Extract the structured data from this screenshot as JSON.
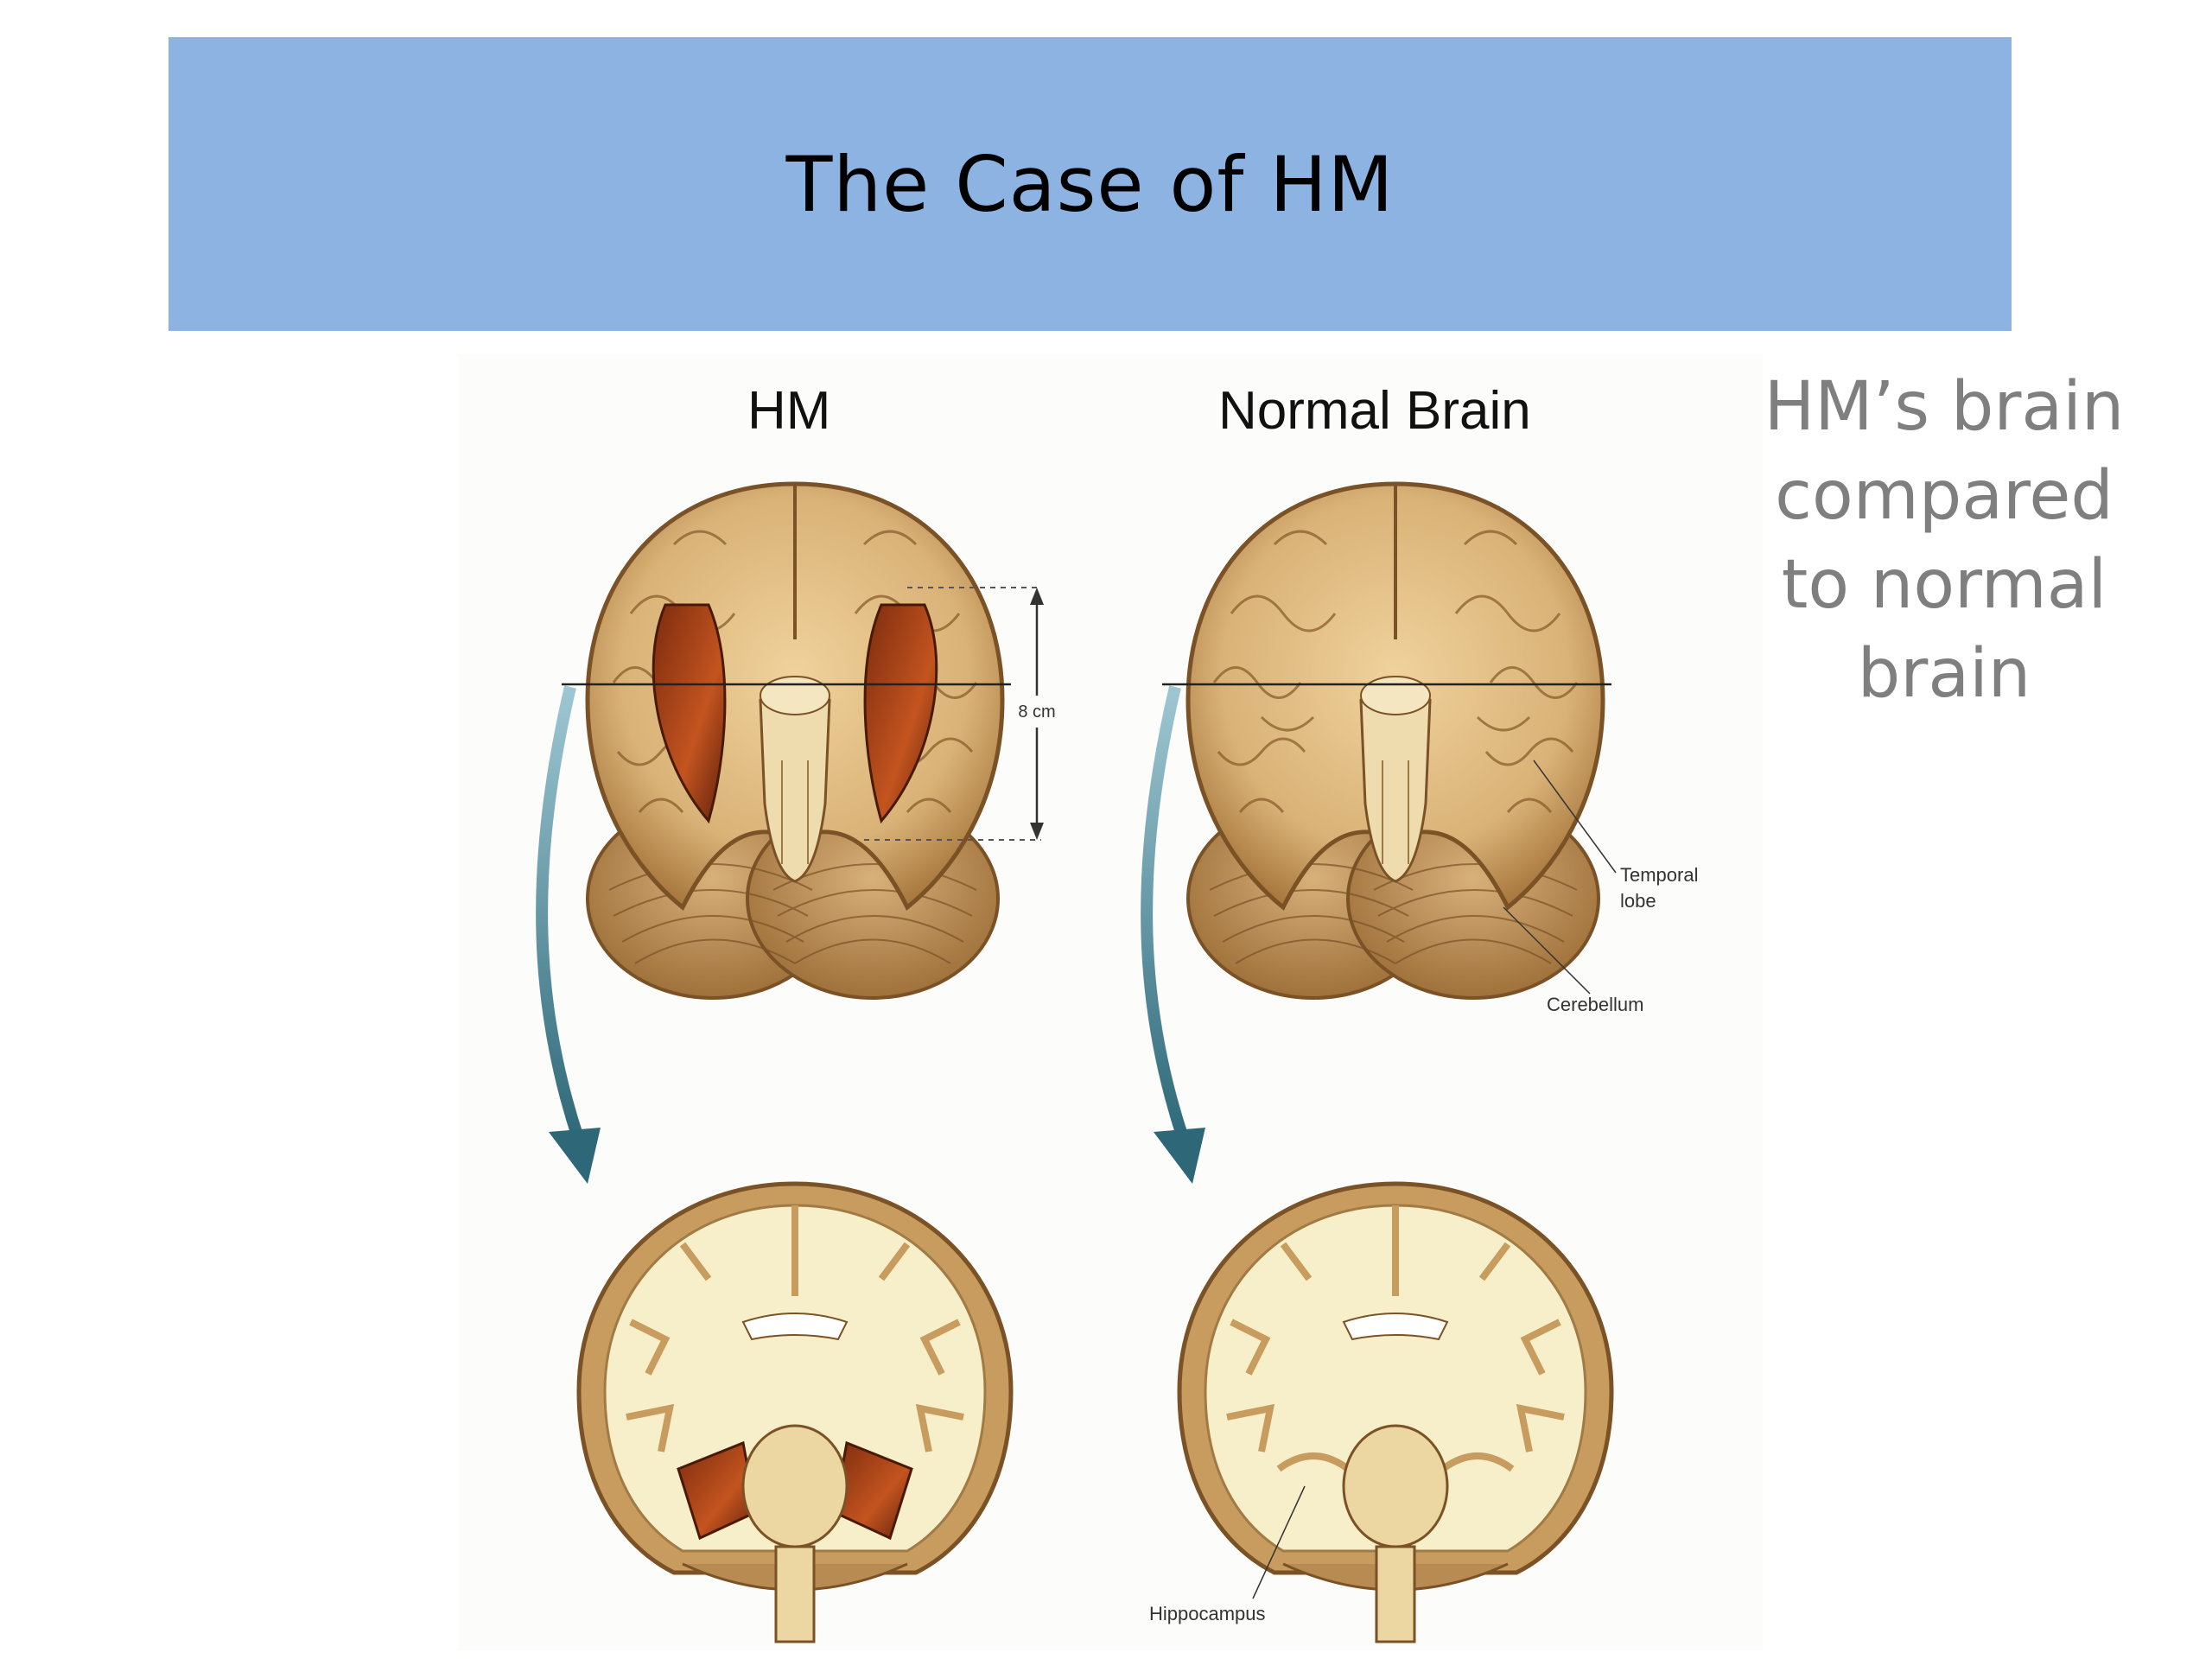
{
  "slide": {
    "title": "The Case of HM",
    "side_note": "HM’s brain compared to normal brain"
  },
  "figure": {
    "label_left": "HM",
    "label_right": "Normal Brain",
    "measure": "8 cm",
    "callout_temporal": "Temporal lobe",
    "callout_temporal_1": "Temporal",
    "callout_temporal_2": "lobe",
    "callout_cerebellum": "Cerebellum",
    "callout_hippocampus": "Hippocampus"
  },
  "colors": {
    "title_band": "#8db3e2",
    "brain_tan": "#d9b277",
    "brain_outline": "#7a5226",
    "white_matter": "#f7efc9",
    "lesion": "#b44a1e",
    "arrow": "#3c7a8c",
    "side_note": "#7f7f7f"
  }
}
